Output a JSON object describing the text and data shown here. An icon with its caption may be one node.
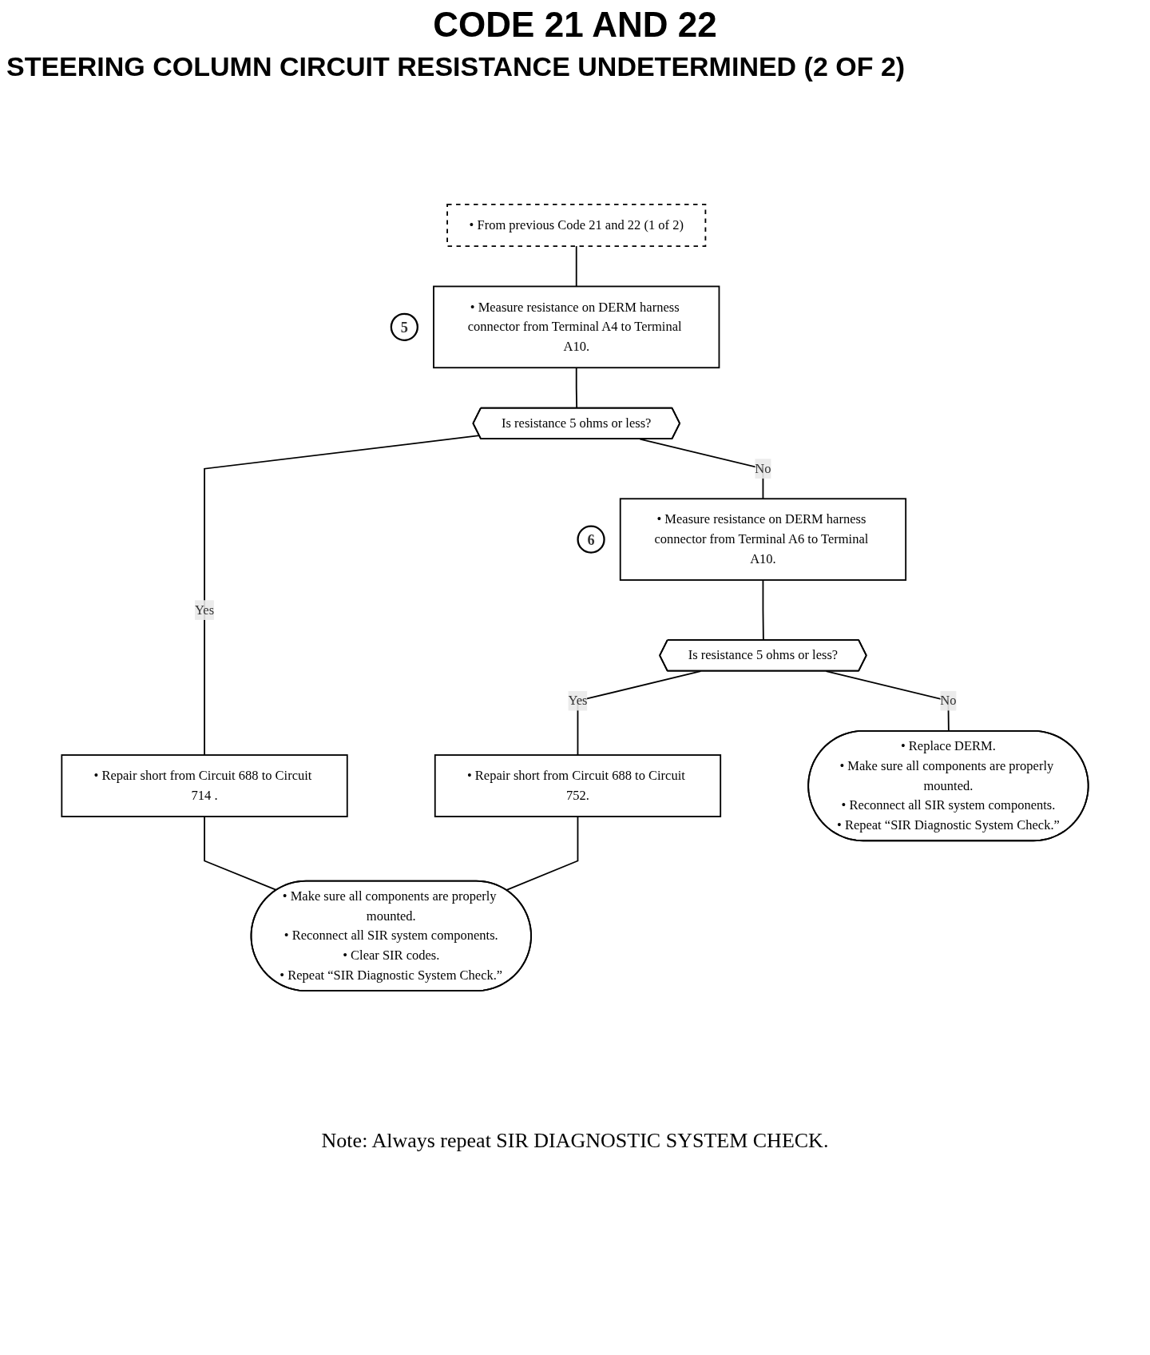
{
  "diagram": {
    "title": "CODE 21 AND 22",
    "caption": "Note:  Always repeat SIR DIAGNOSTIC SYSTEM CHECK.",
    "labels": [
      "STEERING COLUMN CIRCUIT RESISTANCE UNDETERMINED (2 OF 2)"
    ],
    "nodes": [
      {
        "text": [
          "• From previous Code 21 and 22 (1 of 2)"
        ]
      },
      {
        "text": [
          "• Measure resistance on DERM harness connector from Terminal A4 to Terminal A10."
        ],
        "beside": [
          "5"
        ]
      },
      {
        "text": [
          "Is resistance 5 ohms or less?"
        ]
      },
      {
        "text": [
          "• Repair short from Circuit 688 to Circuit 714 ."
        ]
      },
      {
        "text": [
          "• Measure resistance on DERM harness connector from Terminal A6 to Terminal A10."
        ],
        "beside": [
          "6"
        ]
      },
      {
        "text": [
          "Is resistance 5 ohms or less?"
        ]
      },
      {
        "text": [
          "• Repair short from Circuit 688 to Circuit 752."
        ]
      },
      {
        "text": [
          "• Replace DERM.",
          "• Make sure all components are properly mounted.",
          "• Reconnect all SIR system components.",
          "• Repeat “SIR Diagnostic System Check.”"
        ]
      },
      {
        "text": [
          "• Make sure all components are properly mounted.",
          "• Reconnect all SIR system components.",
          "• Clear SIR codes.",
          "• Repeat “SIR Diagnostic System Check.”"
        ]
      }
    ],
    "edges": [
      {
        "from": 0,
        "to": 1,
        "arrow": "none"
      },
      {
        "from": 1,
        "to": 2,
        "arrow": "none"
      },
      {
        "from": 2,
        "to": 3,
        "arrow": "none",
        "label": "Yes"
      },
      {
        "from": 2,
        "to": 4,
        "arrow": "none",
        "label": "No"
      },
      {
        "from": 4,
        "to": 5,
        "arrow": "none"
      },
      {
        "from": 5,
        "to": 6,
        "arrow": "none",
        "label": "Yes"
      },
      {
        "from": 5,
        "to": 7,
        "arrow": "none",
        "label": "No"
      },
      {
        "from": 3,
        "to": 8,
        "arrow": "none"
      },
      {
        "from": 6,
        "to": 8,
        "arrow": "none"
      }
    ]
  }
}
